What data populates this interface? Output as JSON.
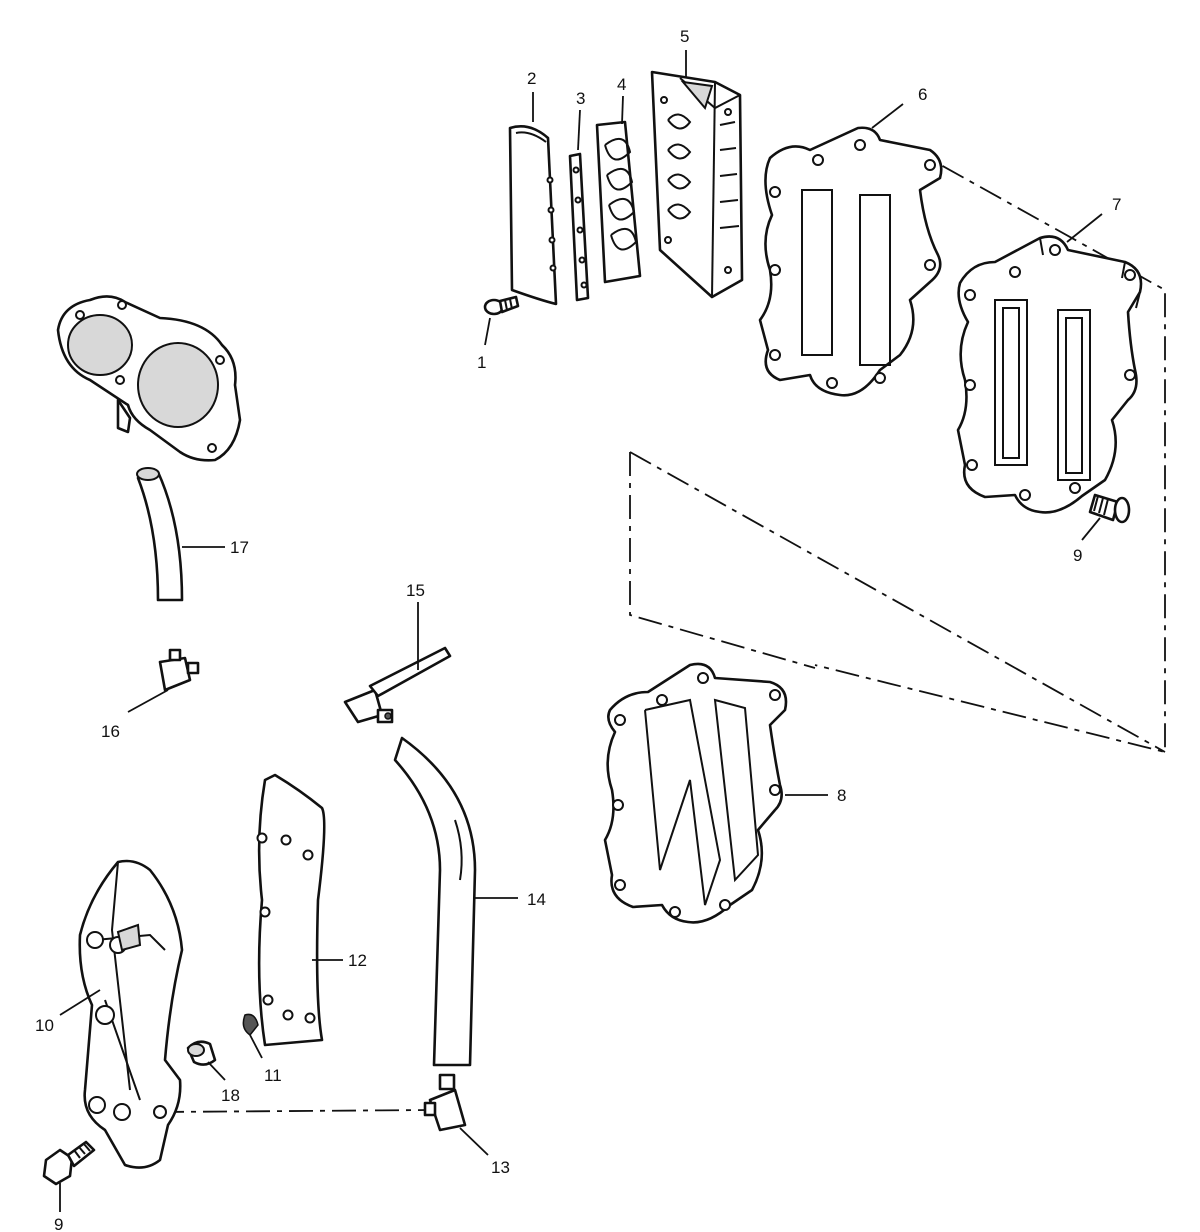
{
  "callouts": [
    "1",
    "2",
    "3",
    "4",
    "5",
    "6",
    "7",
    "8",
    "9",
    "10",
    "11",
    "12",
    "13",
    "14",
    "15",
    "16",
    "17",
    "18",
    "9"
  ]
}
